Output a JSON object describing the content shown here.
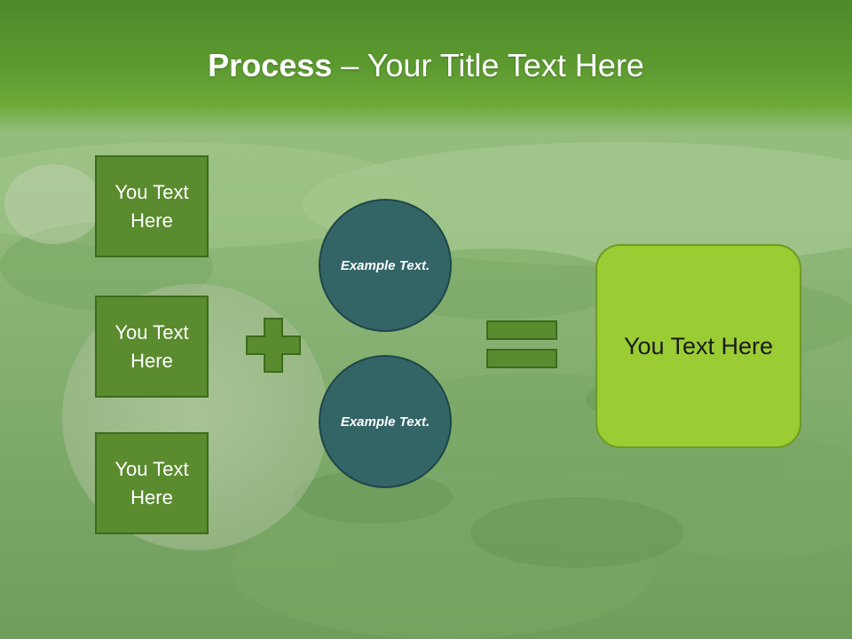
{
  "title": {
    "bold": "Process",
    "rest": " – Your Title Text Here"
  },
  "left_boxes": [
    {
      "label": "You Text Here"
    },
    {
      "label": "You Text Here"
    },
    {
      "label": "You Text Here"
    }
  ],
  "circles": [
    {
      "label": "Example Text."
    },
    {
      "label": "Example Text."
    }
  ],
  "result": {
    "label": "You Text Here"
  },
  "colors": {
    "header_green": "#5c9a30",
    "box_green": "#5a8b2e",
    "circle_teal": "#336567",
    "result_lime": "#9acc33"
  },
  "icons": [
    "plus-icon",
    "equals-icon"
  ]
}
